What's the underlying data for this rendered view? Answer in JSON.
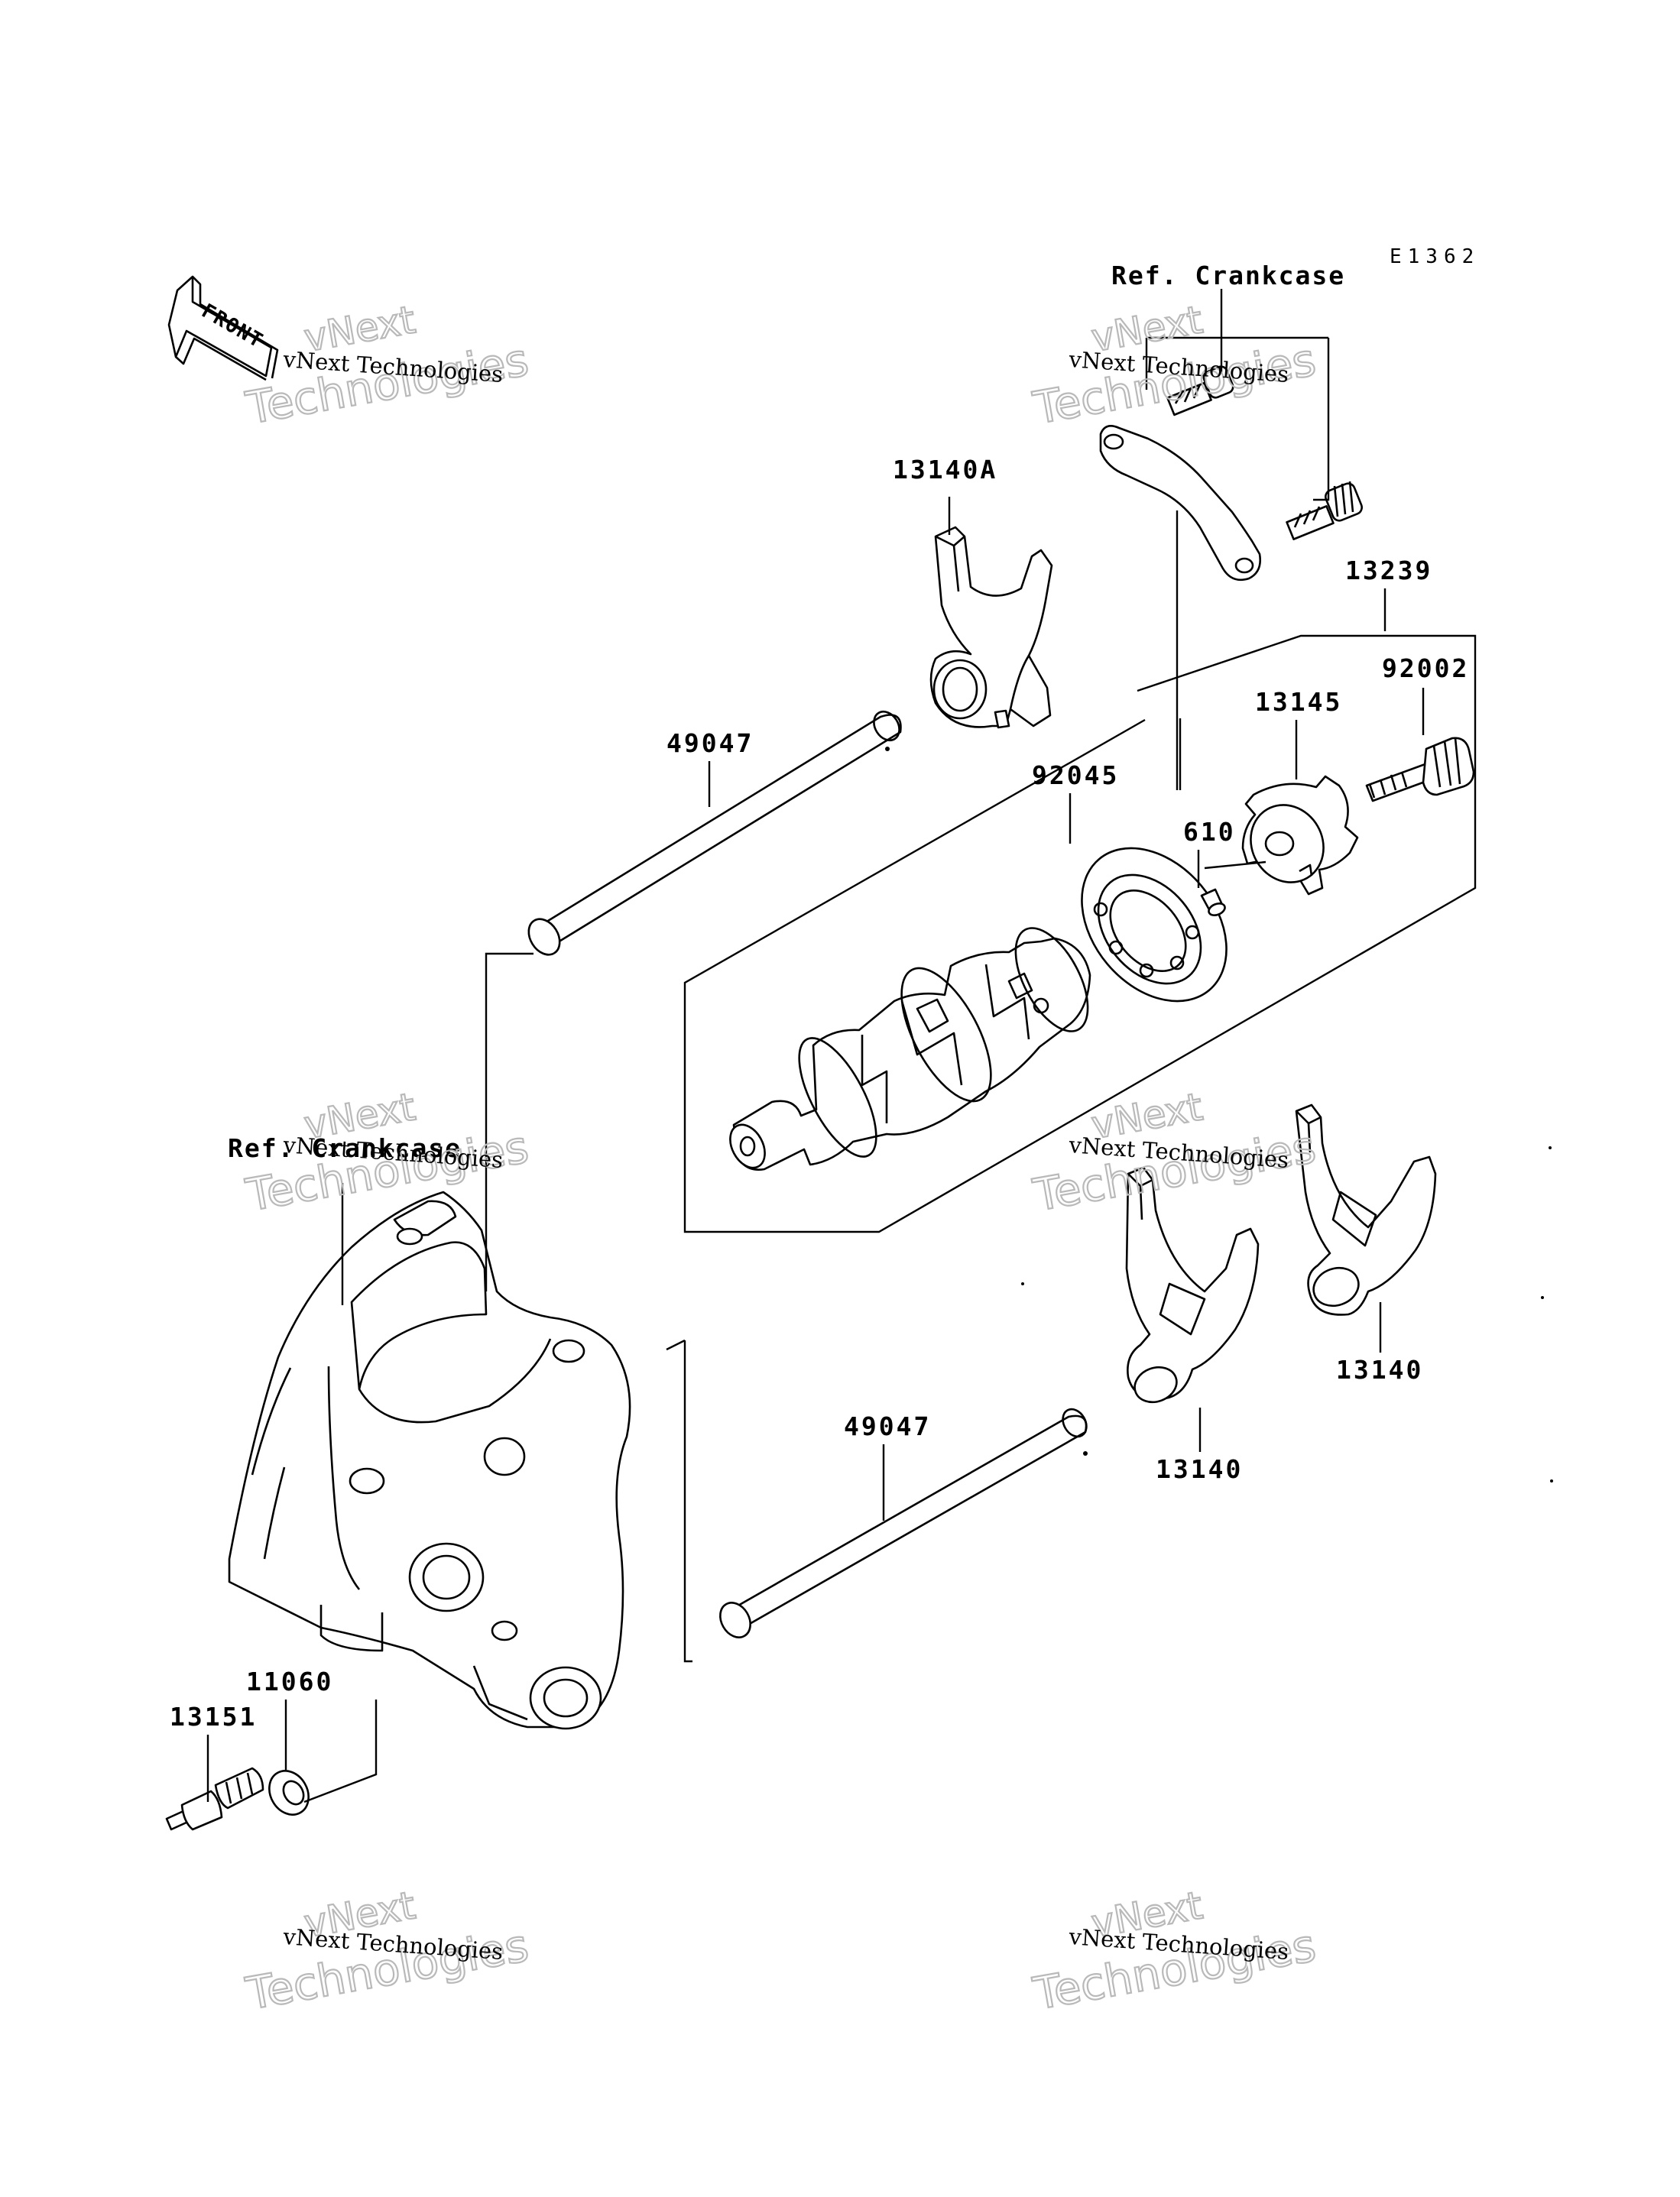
{
  "diagram": {
    "code": "E1362",
    "front_label": "FRONT",
    "ref_labels": [
      "Ref. Crankcase",
      "Ref. Crankcase"
    ],
    "parts": [
      {
        "number": "13140A"
      },
      {
        "number": "13239"
      },
      {
        "number": "92002"
      },
      {
        "number": "13145"
      },
      {
        "number": "92045"
      },
      {
        "number": "610"
      },
      {
        "number": "49047"
      },
      {
        "number": "49047"
      },
      {
        "number": "13140"
      },
      {
        "number": "13140"
      },
      {
        "number": "11060"
      },
      {
        "number": "13151"
      }
    ]
  },
  "watermark": {
    "line1": "vNext",
    "line2": "vNext Technologies",
    "line3": "Technologies"
  }
}
